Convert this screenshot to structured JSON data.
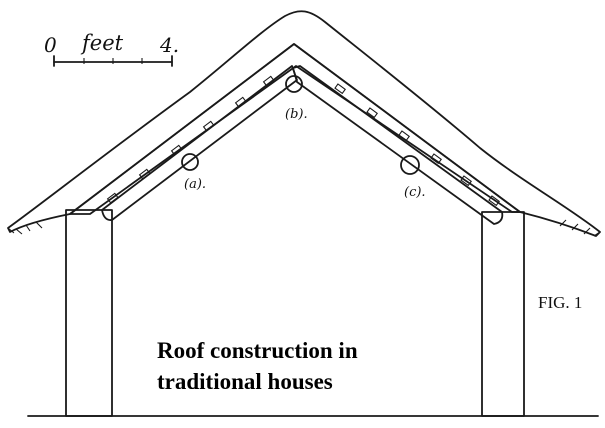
{
  "scale_bar": {
    "start": "0",
    "unit": "feet",
    "end": "4."
  },
  "timbers": [
    {
      "label": "(a)."
    },
    {
      "label": "(b)."
    },
    {
      "label": "(c)."
    }
  ],
  "figure_label": "FIG. 1",
  "caption": {
    "line1": "Roof construction in",
    "line2": "traditional houses"
  }
}
